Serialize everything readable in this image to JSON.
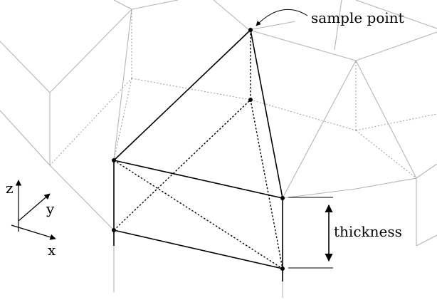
{
  "labels": {
    "sample_point": "sample point",
    "thickness": "thickness",
    "axis_x": "x",
    "axis_y": "y",
    "axis_z": "z"
  }
}
